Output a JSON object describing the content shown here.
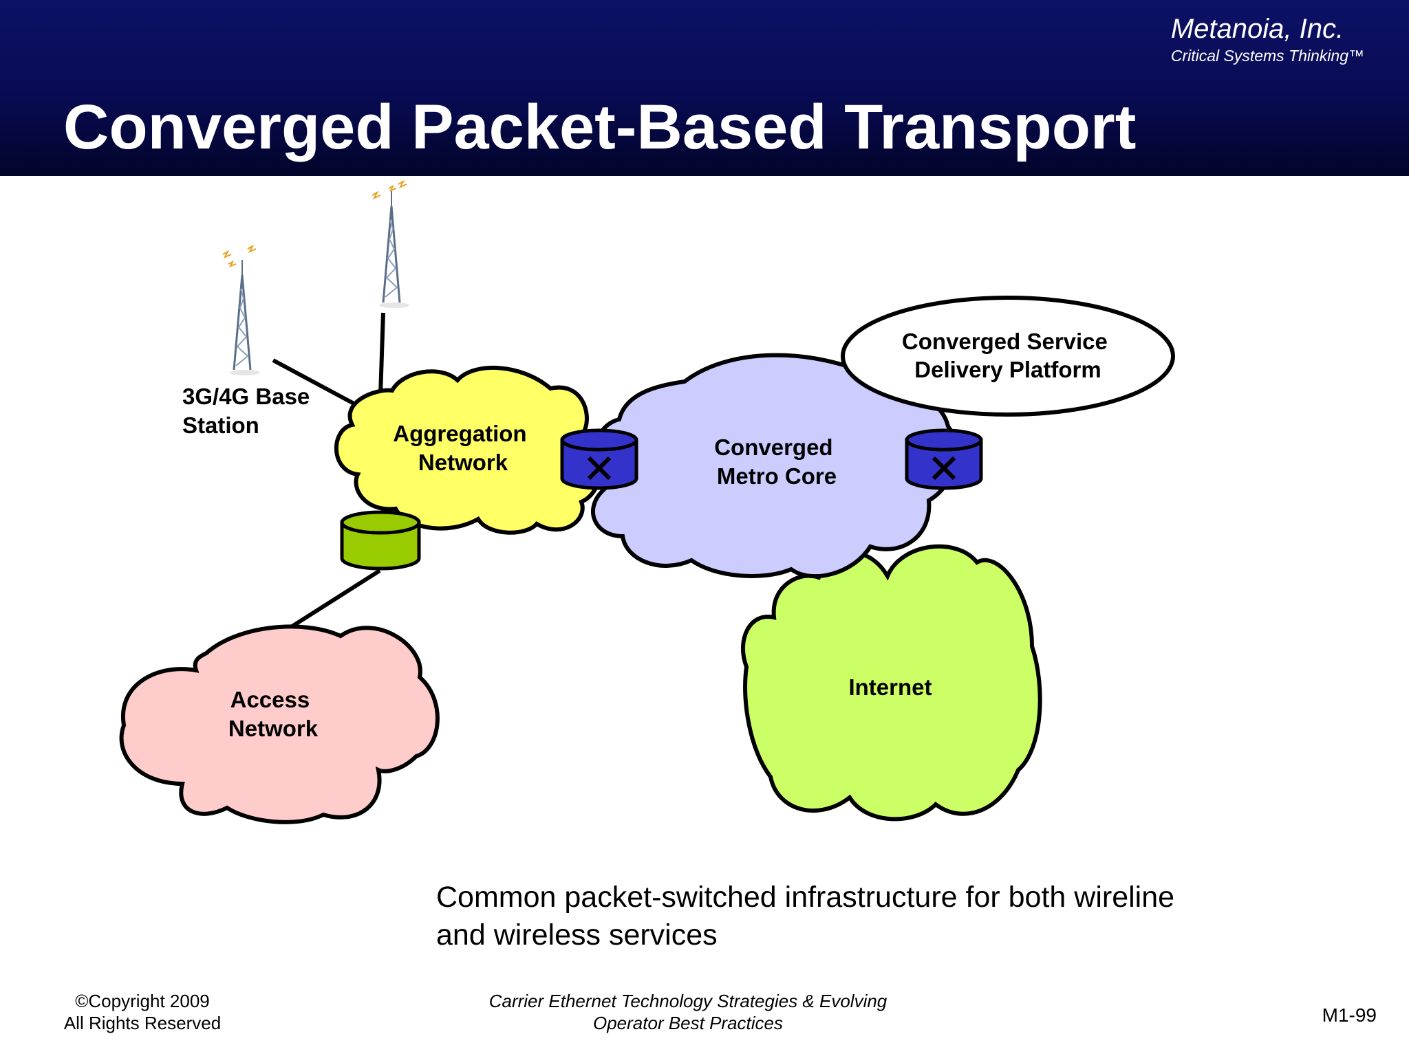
{
  "header": {
    "company": "Metanoia, Inc.",
    "tagline": "Critical Systems Thinking™",
    "title": "Converged Packet-Based Transport"
  },
  "diagram": {
    "base_station": [
      "3G/4G Base",
      "Station"
    ],
    "aggregation": [
      "Aggregation",
      "Network"
    ],
    "metro_core": [
      "Converged",
      "Metro Core"
    ],
    "service_platform": [
      "Converged Service",
      "Delivery Platform"
    ],
    "access": [
      "Access",
      "Network"
    ],
    "internet": "Internet",
    "colors": {
      "aggregation": "#ffff66",
      "metro_core": "#ccccff",
      "access": "#ffcccc",
      "internet": "#ccff66",
      "router": "#3333cc",
      "switch": "#99cc00"
    }
  },
  "caption": [
    "Common packet-switched infrastructure for both wireline",
    "and wireless services"
  ],
  "footer": {
    "copyright": [
      "©Copyright  2009",
      "All Rights Reserved"
    ],
    "course": [
      "Carrier Ethernet Technology Strategies & Evolving",
      "Operator Best Practices"
    ],
    "slide_number": "M1-99"
  }
}
